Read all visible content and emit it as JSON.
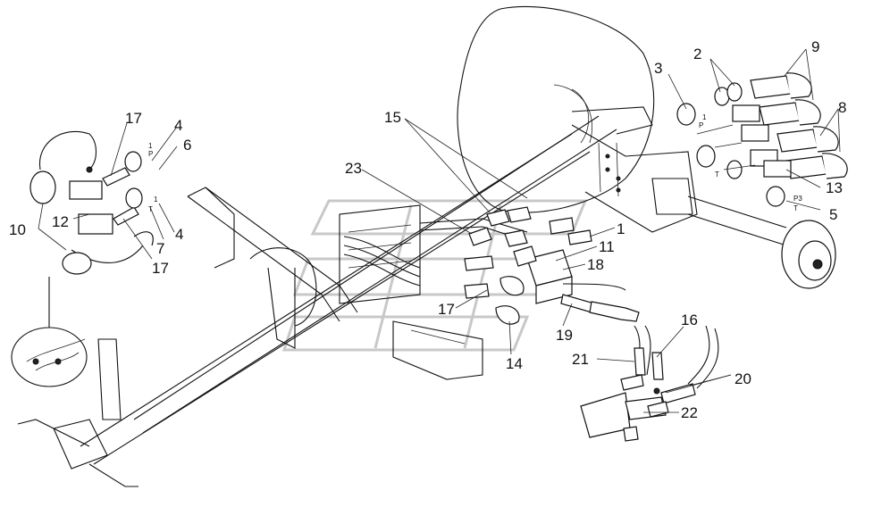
{
  "callouts": {
    "c1": "1",
    "c2": "2",
    "c3": "3",
    "c4a": "4",
    "c4b": "4",
    "c5": "5",
    "c6": "6",
    "c7": "7",
    "c8": "8",
    "c9": "9",
    "c10": "10",
    "c11": "11",
    "c12": "12",
    "c13": "13",
    "c14": "14",
    "c15": "15",
    "c16": "16",
    "c17a": "17",
    "c17b": "17",
    "c17c": "17",
    "c18": "18",
    "c19": "19",
    "c20": "20",
    "c21": "21",
    "c22": "22",
    "c23": "23"
  },
  "port_marks": {
    "left_upper_1": "1",
    "left_upper_p": "P",
    "left_lower_1": "1",
    "left_lower_t": "T",
    "right_upper_1": "1",
    "right_upper_p": "P",
    "right_mid_t": "T",
    "right_lower_p3": "P3",
    "right_lower_t": "T"
  }
}
